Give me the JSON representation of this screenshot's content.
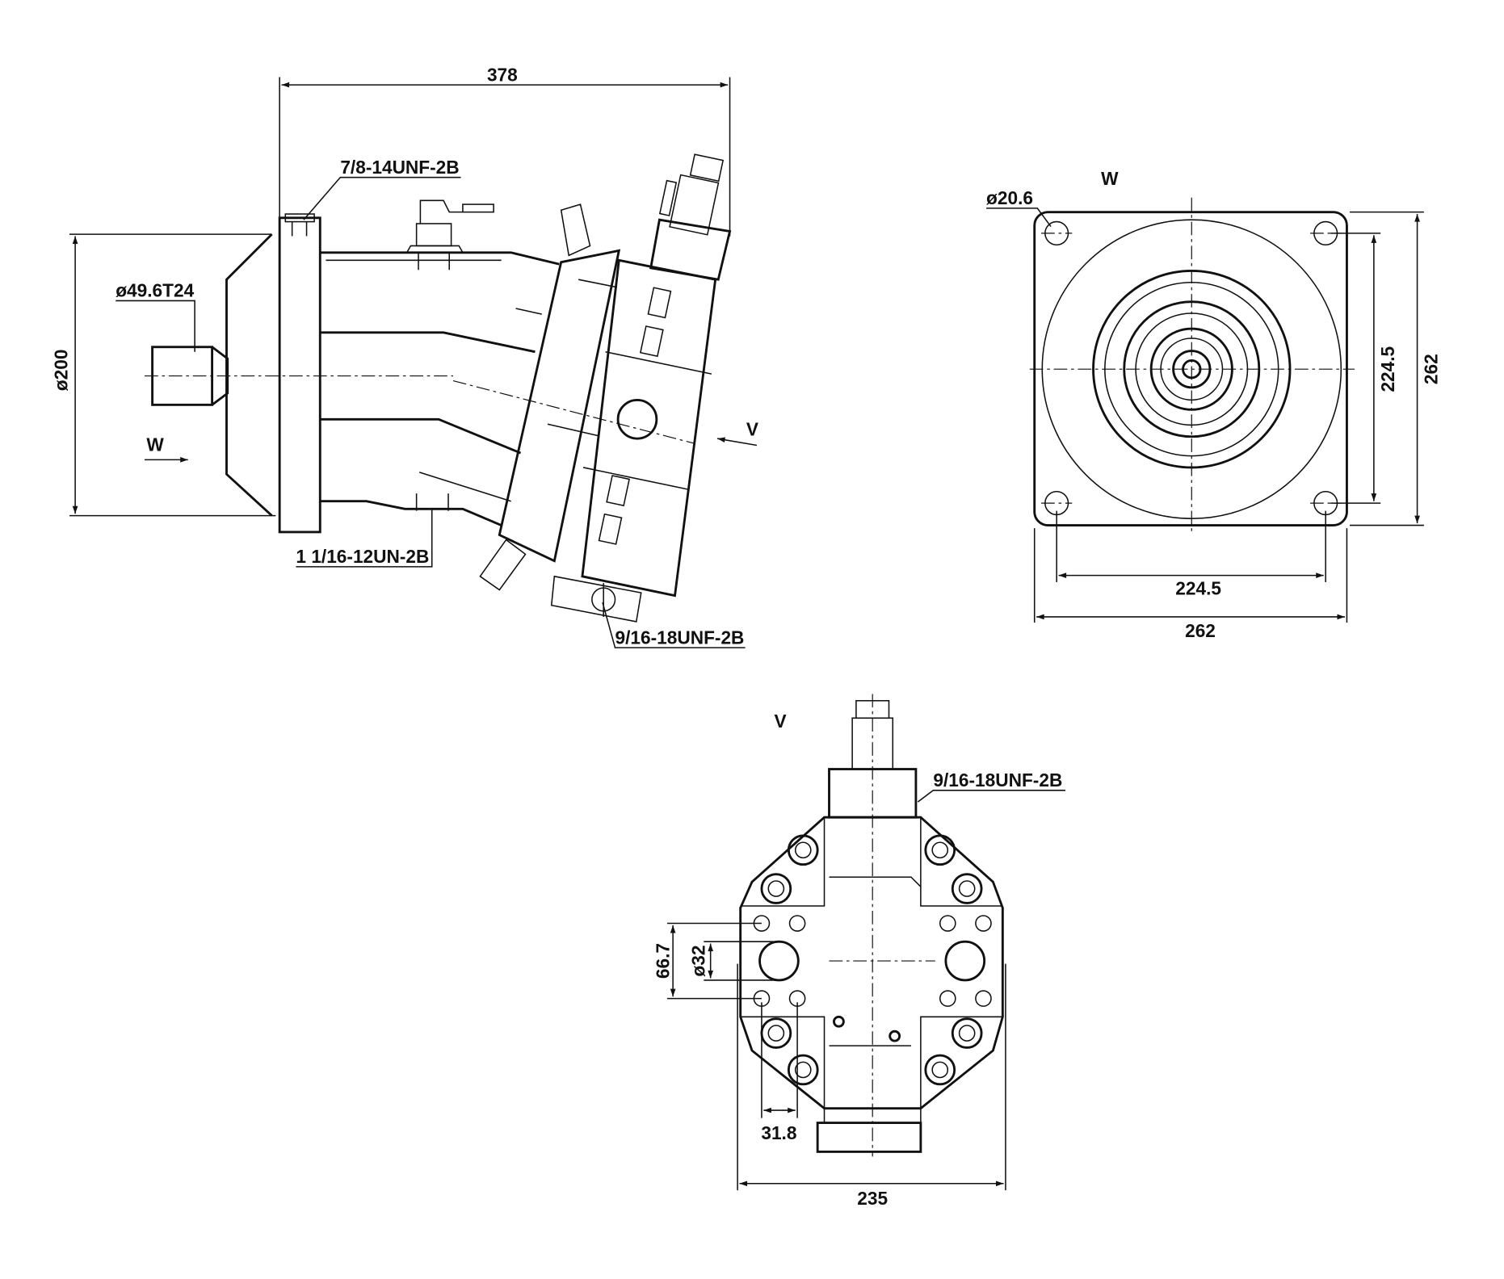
{
  "side_view": {
    "overall_length": "378",
    "flange_diameter": "ø200",
    "shaft_spec": "ø49.6T24",
    "top_port": "7/8-14UNF-2B",
    "bottom_port": "1 1/16-12UN-2B",
    "drain_port": "9/16-18UNF-2B",
    "view_w": "W",
    "view_v": "V"
  },
  "front_view": {
    "title": "W",
    "hole_diameter": "ø20.6",
    "bolt_spacing_vertical": "224.5",
    "flange_height": "262",
    "bolt_spacing_horizontal": "224.5",
    "flange_width": "262"
  },
  "bottom_view": {
    "title": "V",
    "port": "9/16-18UNF-2B",
    "port_spacing": "66.7",
    "port_diameter": "ø32",
    "offset": "31.8",
    "overall_width": "235"
  }
}
